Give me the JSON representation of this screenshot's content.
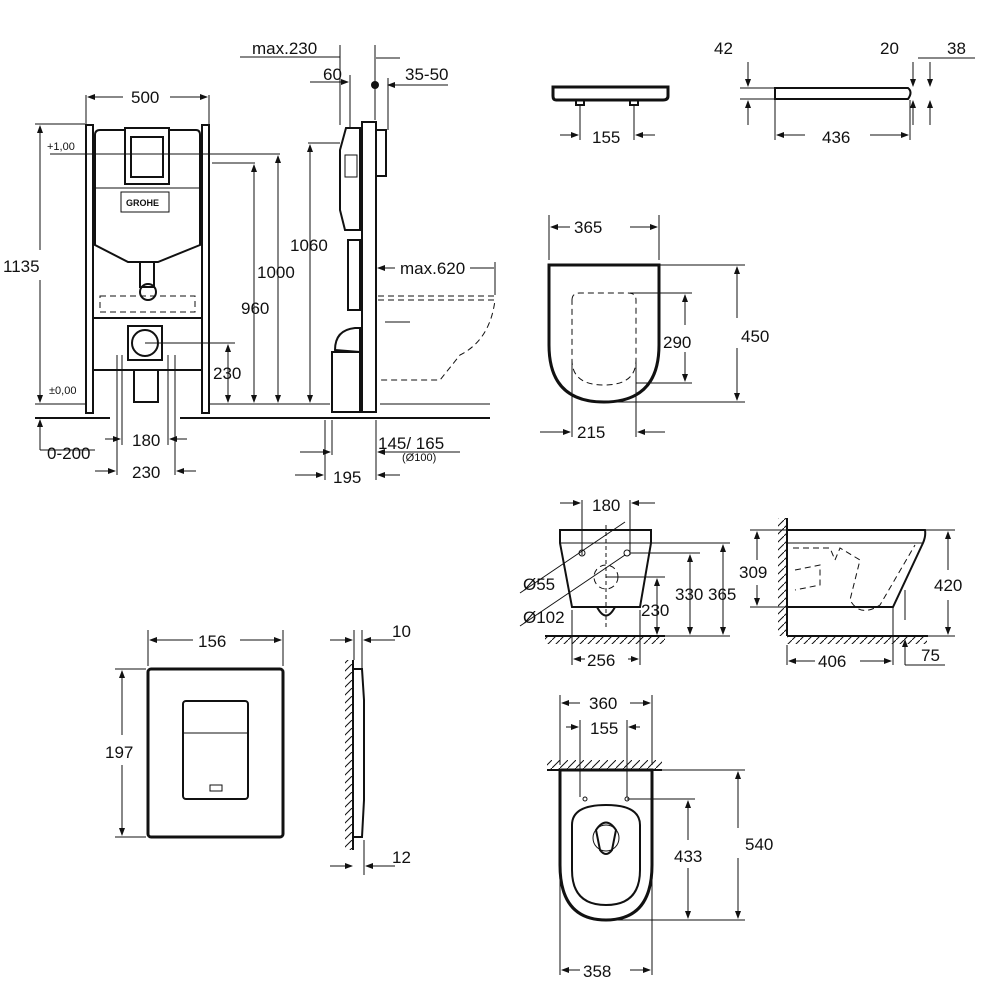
{
  "frame_front": {
    "width": "500",
    "height": "1135",
    "level_top": "+1,00",
    "level_zero": "±0,00",
    "h1000": "1000",
    "h960": "960",
    "h230": "230",
    "w180": "180",
    "floor": "0-200",
    "w230": "230",
    "logo": "GROHE"
  },
  "frame_side": {
    "max230": "max.230",
    "d60": "60",
    "d35_50": "35-50",
    "h1060": "1060",
    "max620": "max.620",
    "d145_165": "145/ 165",
    "pipe": "(Ø100)",
    "d195": "195"
  },
  "seat": {
    "d42": "42",
    "d20": "20",
    "d38": "38",
    "d155": "155",
    "d436": "436"
  },
  "bowl_top": {
    "w365": "365",
    "d290": "290",
    "d450": "450",
    "w215": "215"
  },
  "bowl_front": {
    "w180": "180",
    "dia55": "Ø55",
    "dia102": "Ø102",
    "h230": "230",
    "h330": "330",
    "h365": "365",
    "w256": "256"
  },
  "bowl_side": {
    "h309": "309",
    "h420": "420",
    "d406": "406",
    "d75": "75"
  },
  "plate": {
    "w156": "156",
    "h197": "197",
    "t10": "10",
    "t12": "12"
  },
  "bowl_bottom": {
    "w360": "360",
    "w155": "155",
    "d433": "433",
    "d540": "540",
    "w358": "358"
  }
}
